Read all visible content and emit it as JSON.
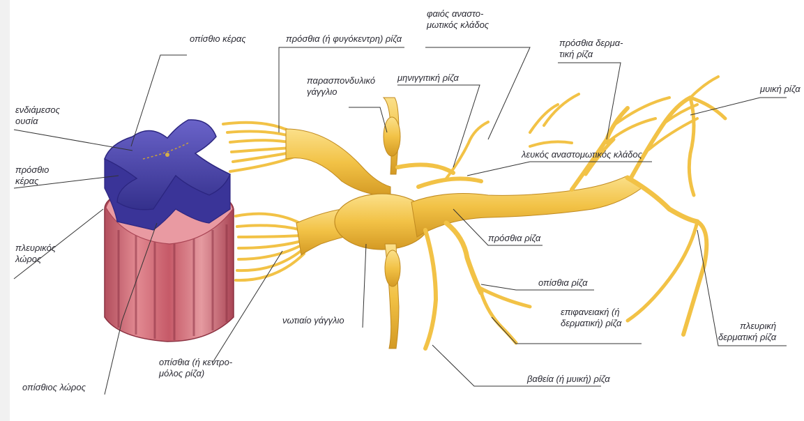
{
  "labels": {
    "posterior_horn": "οπίσθιο κέρας",
    "intermediate_substance": "ενδιάμεσος\nουσία",
    "anterior_horn": "πρόσθιο\nκέρας",
    "lateral_funiculus": "πλευρικός\nλώρος",
    "posterior_funiculus": "οπίσθιος λώρος",
    "dorsal_root": "οπίσθια (ή κεντρο-\nμόλος ρίζα)",
    "spinal_ganglion": "νωτιαίο γάγγλιο",
    "ventral_root_efferent": "πρόσθια (ή φυγόκεντρη) ρίζα",
    "paravertebral_ganglion": "παρασπονδυλικό\nγάγγλιο",
    "gray_ramus": "φαιός αναστο-\nμωτικός κλάδος",
    "meningeal_branch": "μηνιγγιτική ρίζα",
    "anterior_cutaneous_branch": "πρόσθια δερμα-\nτική ρίζα",
    "muscular_branch": "μυική ρίζα",
    "white_ramus": "λευκός αναστομωτικός κλάδος",
    "anterior_ramus": "πρόσθια ρίζα",
    "posterior_ramus": "οπίσθια ρίζα",
    "superficial_branch": "επιφανειακή (ή\nδερματική) ρίζα",
    "deep_branch": "βαθεία (ή μυική) ρίζα",
    "lateral_cutaneous_branch": "πλευρική\nδερματική ρίζα"
  },
  "colors": {
    "nerve": "#f2c246",
    "nerve_dark": "#d49a24",
    "nerve_light": "#fbe08a",
    "gray_matter": "#4b45a8",
    "gray_matter_dark": "#2c2680",
    "white_matter": "#d6707a",
    "white_matter_dark": "#a94454",
    "leader": "#333333"
  }
}
